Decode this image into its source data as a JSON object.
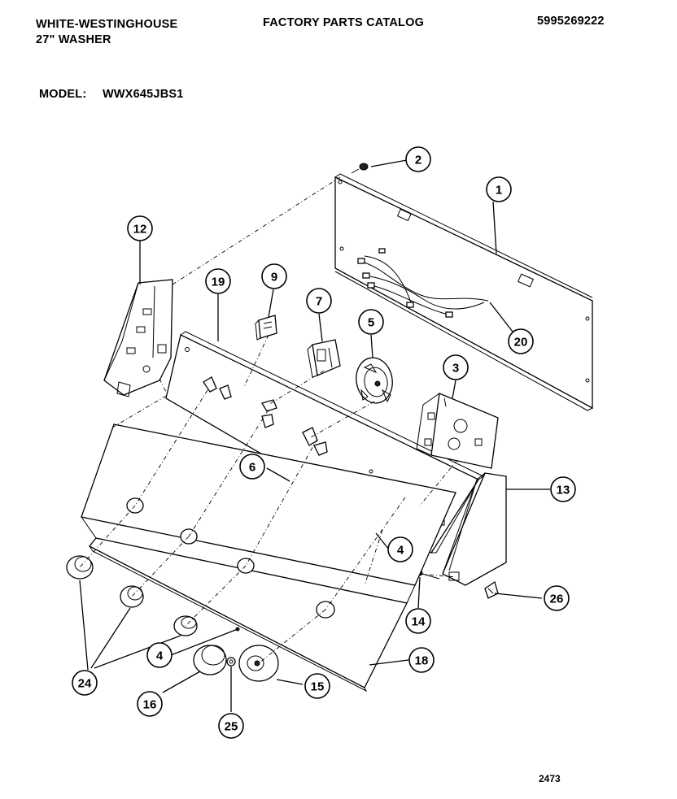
{
  "header": {
    "brand": "WHITE-WESTINGHOUSE",
    "product": "27\" WASHER",
    "catalog_title": "FACTORY PARTS CATALOG",
    "catalog_number": "5995269222",
    "model_label": "MODEL:",
    "model_value": "WWX645JBS1"
  },
  "callouts": [
    {
      "id": "c1",
      "label": "1"
    },
    {
      "id": "c2",
      "label": "2"
    },
    {
      "id": "c3",
      "label": "3"
    },
    {
      "id": "c4a",
      "label": "4"
    },
    {
      "id": "c4b",
      "label": "4"
    },
    {
      "id": "c5",
      "label": "5"
    },
    {
      "id": "c6",
      "label": "6"
    },
    {
      "id": "c7",
      "label": "7"
    },
    {
      "id": "c9",
      "label": "9"
    },
    {
      "id": "c12",
      "label": "12"
    },
    {
      "id": "c13",
      "label": "13"
    },
    {
      "id": "c14",
      "label": "14"
    },
    {
      "id": "c15",
      "label": "15"
    },
    {
      "id": "c16",
      "label": "16"
    },
    {
      "id": "c18",
      "label": "18"
    },
    {
      "id": "c19",
      "label": "19"
    },
    {
      "id": "c20",
      "label": "20"
    },
    {
      "id": "c24",
      "label": "24"
    },
    {
      "id": "c25",
      "label": "25"
    },
    {
      "id": "c26",
      "label": "26"
    }
  ],
  "footer": {
    "code": "2473"
  }
}
